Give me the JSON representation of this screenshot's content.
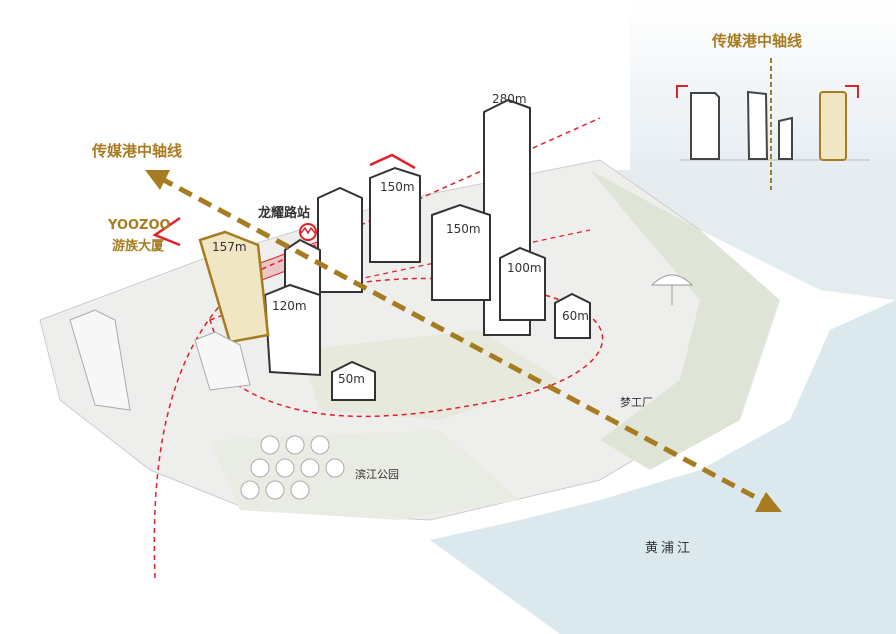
{
  "title_axis": "传媒港中轴线",
  "inset": {
    "title": "传媒港中轴线"
  },
  "yoozoo": {
    "line1": "YOOZOO",
    "line2": "游族大厦",
    "height": "157m"
  },
  "station": "龙耀路站",
  "buildings": {
    "t280": "280m",
    "t150a": "150m",
    "t150b": "150m",
    "t120": "120m",
    "t100": "100m",
    "t60": "60m",
    "t50": "50m"
  },
  "places": {
    "dreamworks": "梦工厂",
    "park": "滨江公园",
    "river": "黄浦江"
  },
  "colors": {
    "axis": "#a77b1f",
    "red": "#e0202a",
    "river": "#dbe8ee",
    "yoozoo": "#f0e6c4"
  }
}
